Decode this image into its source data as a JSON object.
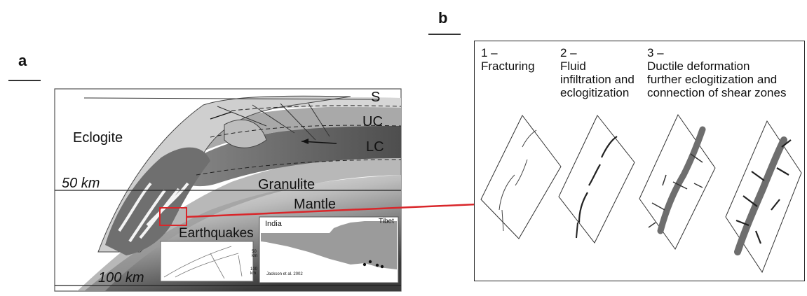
{
  "panel_a": {
    "letter": "a",
    "labels": {
      "s": "S",
      "uc": "UC",
      "lc": "LC",
      "eclogite": "Eclogite",
      "depth_50": "50 km",
      "granulite": "Granulite",
      "mantle": "Mantle",
      "earthquakes": "Earthquakes",
      "depth_100": "100 km"
    },
    "inset": {
      "india": "India",
      "tibet": "Tibet",
      "tick_50": "50",
      "tick_50_unit": "km",
      "tick_100": "100",
      "tick_100_unit": "km",
      "credit": "Jackson et al. 2002"
    }
  },
  "panel_b": {
    "letter": "b",
    "steps": [
      {
        "number": "1 –",
        "lines": [
          "Fracturing"
        ]
      },
      {
        "number": "2 –",
        "lines": [
          "Fluid",
          "infiltration and",
          "eclogitization"
        ]
      },
      {
        "number": "3 –",
        "lines": [
          "Ductile deformation",
          "further eclogitization and",
          "connection of shear zones"
        ]
      }
    ]
  },
  "colors": {
    "highlight": "#d9262a",
    "shear_zone": "#6e6e6e",
    "gray_dark": "#555555",
    "gray_light": "#cfcfcf"
  }
}
